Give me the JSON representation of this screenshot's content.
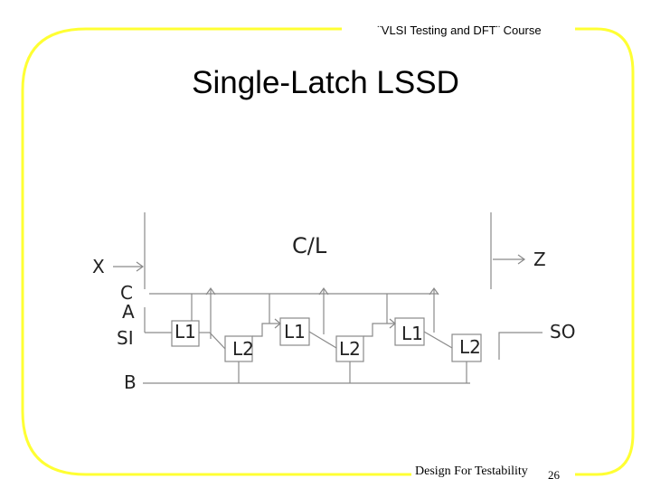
{
  "header": {
    "course": "¨VLSI Testing and DFT¨ Course"
  },
  "title": "Single-Latch LSSD",
  "footer": {
    "text": "Design For Testability",
    "page": "26"
  },
  "colors": {
    "frame": "#ffff33",
    "wire": "#8a8a8a",
    "text": "#222222"
  },
  "diagram": {
    "cl_label": "C/L",
    "inputs": {
      "x": "X",
      "c": "C",
      "a": "A",
      "si": "SI",
      "b": "B"
    },
    "outputs": {
      "z": "Z",
      "so": "SO"
    },
    "latches": {
      "l1_1": "L1",
      "l2_1": "L2",
      "l1_2": "L1",
      "l2_2": "L2",
      "l1_3": "L1",
      "l2_3": "L2"
    }
  }
}
